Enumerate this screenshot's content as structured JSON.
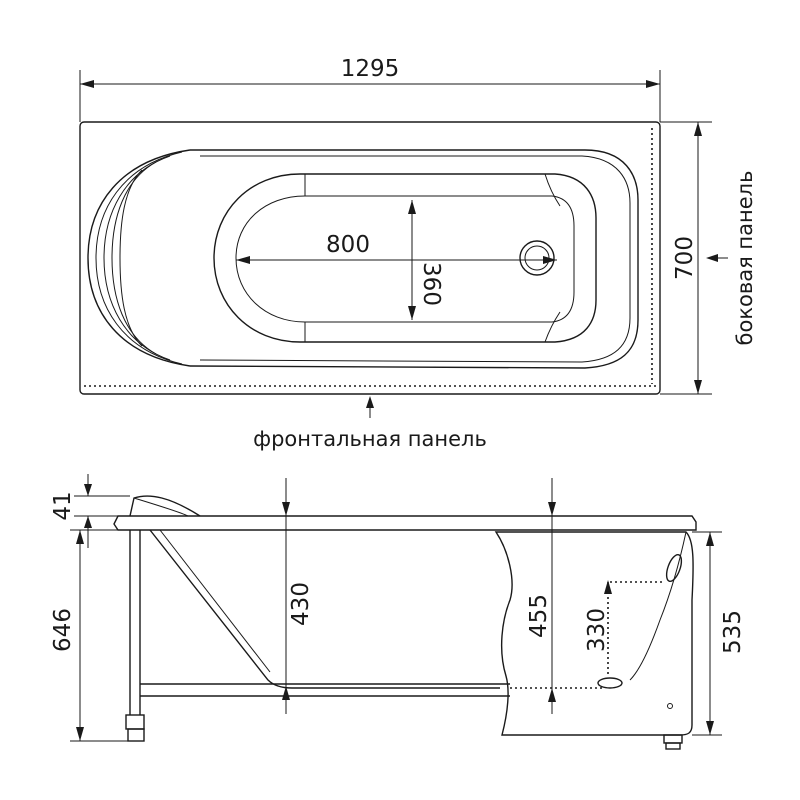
{
  "top_view": {
    "length": "1295",
    "width": "700",
    "inner_length": "800",
    "inner_width": "360",
    "front_panel_label": "фронтальная панель",
    "side_panel_label": "боковая панель"
  },
  "side_view": {
    "rim_height": "41",
    "total_height": "646",
    "depth_shallow": "430",
    "depth_deep": "455",
    "overflow_height": "330",
    "panel_height": "535"
  }
}
